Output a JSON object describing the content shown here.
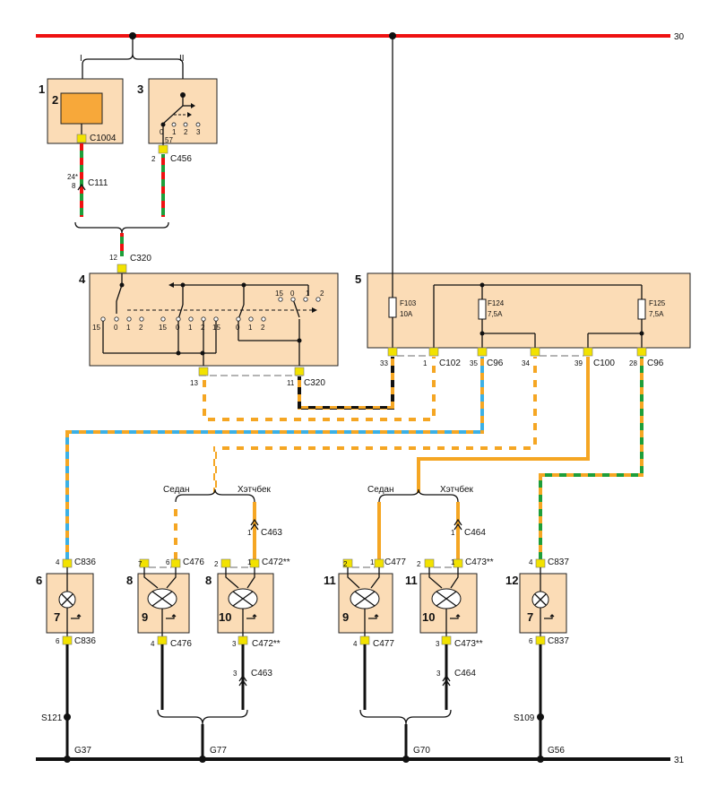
{
  "colors": {
    "red": "#ee1111",
    "orange": "#f5a623",
    "blue": "#3bb0e6",
    "green": "#1e9e3a",
    "black": "#111111",
    "module_fill": "#fbdcb6",
    "relay_fill": "#f7a83a",
    "connector": "#f2e200"
  },
  "rails": {
    "top": "30",
    "bottom": "31"
  },
  "branch_labels": {
    "one": "I",
    "two": "II"
  },
  "components": {
    "c1": "1",
    "c2": "2",
    "c3": "3",
    "c4": "4",
    "c5": "5",
    "c6": "6",
    "c7a": "7",
    "c8a": "8",
    "c9a": "9",
    "c8b": "8",
    "c10a": "10",
    "c11a": "11",
    "c9b": "9",
    "c11b": "11",
    "c10b": "10",
    "c12": "12",
    "c7b": "7"
  },
  "connectors": {
    "c1004": "C1004",
    "c111": "C111",
    "c111_pins": "24*",
    "c111_pin8": "8",
    "c456": "C456",
    "c456_pin": "2",
    "sw57": "57",
    "c320_top": "C320",
    "c320_top_pin": "12",
    "c320_bot": "C320",
    "c320_pin13": "13",
    "c320_pin11": "11",
    "c102": "C102",
    "c102_pin33": "33",
    "c102_pin1": "1",
    "c96a": "C96",
    "c96a_pin": "35",
    "pin34": "34",
    "c100": "C100",
    "c100_pin": "39",
    "c96b": "C96",
    "c96b_pin": "28",
    "c836_top": "C836",
    "c836_top_pin": "4",
    "c836_bot": "C836",
    "c836_bot_pin": "6",
    "c476_top": "C476",
    "c476_p7": "7",
    "c476_p6": "6",
    "c476_bot": "C476",
    "c476_bot_pin": "4",
    "c463_top": "C463",
    "c463_top_pin": "1",
    "c472_top": "C472**",
    "c472_p2": "2",
    "c472_p1": "1",
    "c472_bot": "C472**",
    "c472_bot_pin": "3",
    "c463_bot": "C463",
    "c463_bot_pin": "3",
    "c477_top": "C477",
    "c477_p2": "2",
    "c477_p1": "1",
    "c477_bot": "C477",
    "c477_bot_pin": "4",
    "c464_top": "C464",
    "c464_top_pin": "1",
    "c473_top": "C473**",
    "c473_p2": "2",
    "c473_p1": "1",
    "c473_bot": "C473**",
    "c473_bot_pin": "3",
    "c464_bot": "C464",
    "c464_bot_pin": "3",
    "c837_top": "C837",
    "c837_top_pin": "4",
    "c837_bot": "C837",
    "c837_bot_pin": "6"
  },
  "switch3_positions": [
    "0",
    "1",
    "2",
    "3"
  ],
  "module4": {
    "group1": [
      "15",
      "0",
      "1",
      "2",
      "15"
    ],
    "group2": [
      "0",
      "1",
      "2",
      "15"
    ],
    "group3": [
      "0",
      "1",
      "2"
    ],
    "group4": [
      "15",
      "0",
      "1",
      "2"
    ]
  },
  "fuses": [
    {
      "id": "F103",
      "rating": "10A"
    },
    {
      "id": "F124",
      "rating": "7,5A"
    },
    {
      "id": "F125",
      "rating": "7,5A"
    }
  ],
  "variants": {
    "sedan_left": "Седан",
    "hatch_left": "Хэтчбек",
    "sedan_right": "Седан",
    "hatch_right": "Хэтчбек"
  },
  "splices": {
    "s121": "S121",
    "s109": "S109"
  },
  "grounds": {
    "g37": "G37",
    "g77": "G77",
    "g70": "G70",
    "g56": "G56"
  }
}
